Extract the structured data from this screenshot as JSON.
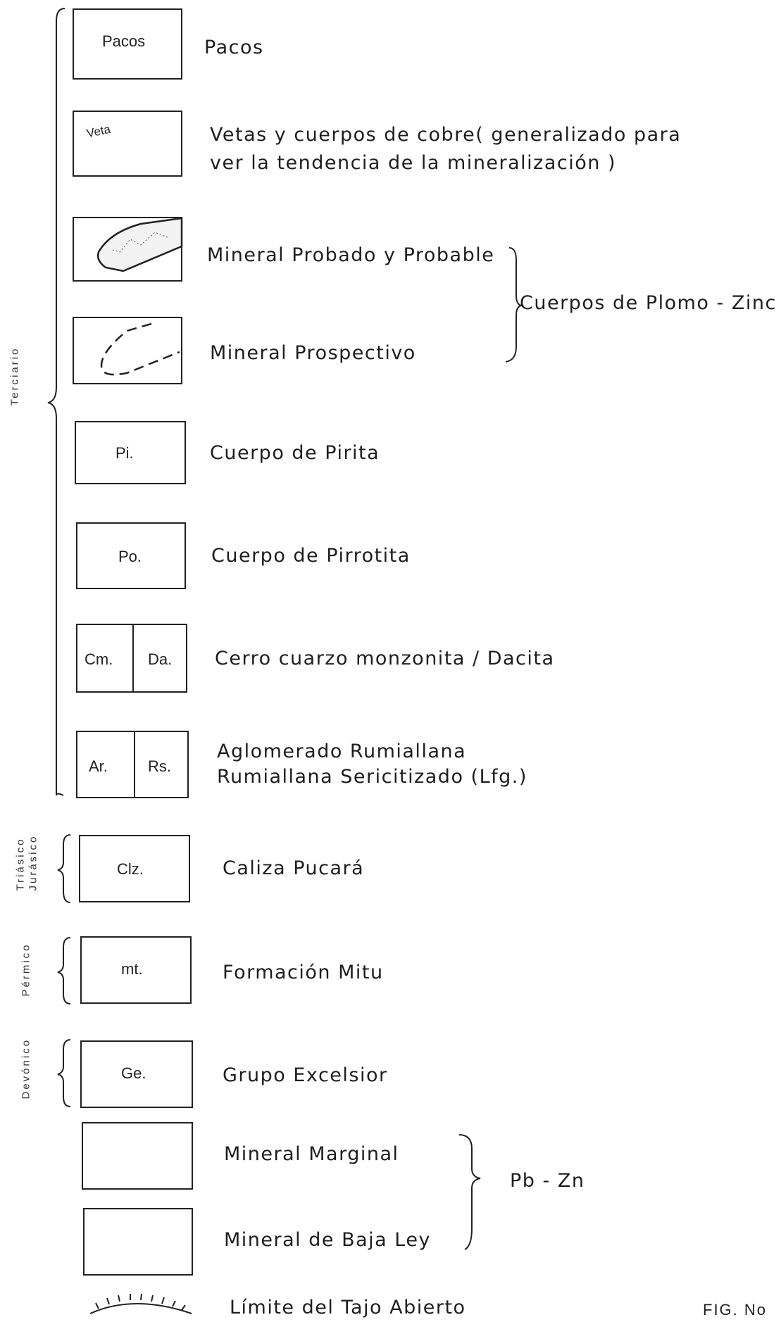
{
  "legend": [
    {
      "box_label": "Pacos",
      "description": [
        "Pacos"
      ]
    },
    {
      "box_label": "Veta",
      "description": [
        "Vetas y cuerpos de cobre( generalizado para",
        "ver la tendencia de la mineralización )"
      ]
    },
    {
      "box_label": "",
      "description": [
        "Mineral Probado y Probable"
      ]
    },
    {
      "box_label": "",
      "description": [
        "Mineral  Prospectivo"
      ]
    },
    {
      "box_label": "Pi.",
      "description": [
        "Cuerpo de Pirita"
      ]
    },
    {
      "box_label": "Po.",
      "description": [
        "Cuerpo de Pirrotita"
      ]
    },
    {
      "box_label": "Cm.",
      "box_label_2": "Da.",
      "description": [
        "Cerro cuarzo monzonita / Dacita"
      ]
    },
    {
      "box_label": "Ar.",
      "box_label_2": "Rs.",
      "description": [
        "Aglomerado Rumiallana",
        "Rumiallana Sericitizado (Lfg.)"
      ]
    },
    {
      "box_label": "Clz.",
      "description": [
        "Caliza Pucará"
      ]
    },
    {
      "box_label": "mt.",
      "description": [
        "Formación Mitu"
      ]
    },
    {
      "box_label": "Ge.",
      "description": [
        "Grupo Excelsior"
      ]
    },
    {
      "box_label": "",
      "description": [
        "Mineral Marginal"
      ]
    },
    {
      "box_label": "",
      "description": [
        "Mineral de Baja Ley"
      ]
    },
    {
      "box_label": "",
      "description": [
        "Límite del Tajo Abierto"
      ]
    }
  ],
  "groups": {
    "plomo_zinc": "Cuerpos de Plomo - Zinc",
    "pb_zn": "Pb - Zn"
  },
  "eras": {
    "terciario": "Terciario",
    "triasico_jurasico_1": "Triásico",
    "triasico_jurasico_2": "Jurásico",
    "permico": "Pérmico",
    "devonico": "Devónico"
  },
  "figure_label": "FIG. No"
}
